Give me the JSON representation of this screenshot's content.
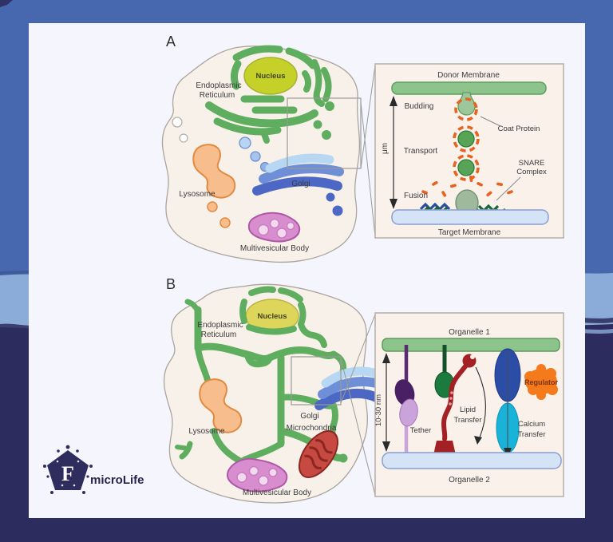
{
  "palette": {
    "background_top": "#4767af",
    "background_band": "#8babd8",
    "background_bottom": "#2d2c5e",
    "card": "#f5f6fd",
    "cell_fill": "#f8f1ea",
    "er_green": "#5fae5f",
    "coat_orange": "#e8611f",
    "golgi_blue": "#4c68c4",
    "lysosome_orange": "#f8bd8c",
    "mvb_pink": "#d88dce",
    "mitochondria_red": "#c64a42",
    "membrane_green": "#8cc48b",
    "membrane_blue": "#d5e3f6",
    "snare_blue": "#2a4d9f",
    "snare_green": "#17653a",
    "tether_purple": "#482063",
    "tether_lavender": "#c9a3da",
    "lipid_red": "#a32124",
    "calcium_blue": "#2b4da6",
    "calcium_cyan": "#19b2d8",
    "regulator_orange": "#f47a1b",
    "logo_navy": "#2e2d5e"
  },
  "panel_a": {
    "label": "A",
    "cell": {
      "nucleus": "Nucleus",
      "er_line1": "Endoplasmic",
      "er_line2": "Reticulum",
      "lysosome": "Lysosome",
      "golgi": "Golgi",
      "mvb": "Multivesicular Body"
    },
    "inset": {
      "donor_membrane": "Donor Membrane",
      "budding": "Budding",
      "coat_protein": "Coat Protein",
      "transport": "Transport",
      "snare_line1": "SNARE",
      "snare_line2": "Complex",
      "fusion": "Fusion",
      "target_membrane": "Target Membrane",
      "scale": "μm"
    }
  },
  "panel_b": {
    "label": "B",
    "cell": {
      "nucleus": "Nucleus",
      "er_line1": "Endoplasmic",
      "er_line2": "Reticulum",
      "lysosome": "Lysosome",
      "golgi": "Golgi",
      "mitochondria": "Microchondria",
      "mvb": "Multivesicular Body"
    },
    "inset": {
      "organelle1": "Organelle 1",
      "distance": "10-30 nm",
      "tether": "Tether",
      "lipid_line1": "Lipid",
      "lipid_line2": "Transfer",
      "calcium_line1": "Calcium",
      "calcium_line2": "Transfer",
      "regulator": "Regulator",
      "organelle2": "Organelle 2"
    }
  },
  "footer": {
    "logo_letter": "F",
    "logo_text": "microLife"
  }
}
